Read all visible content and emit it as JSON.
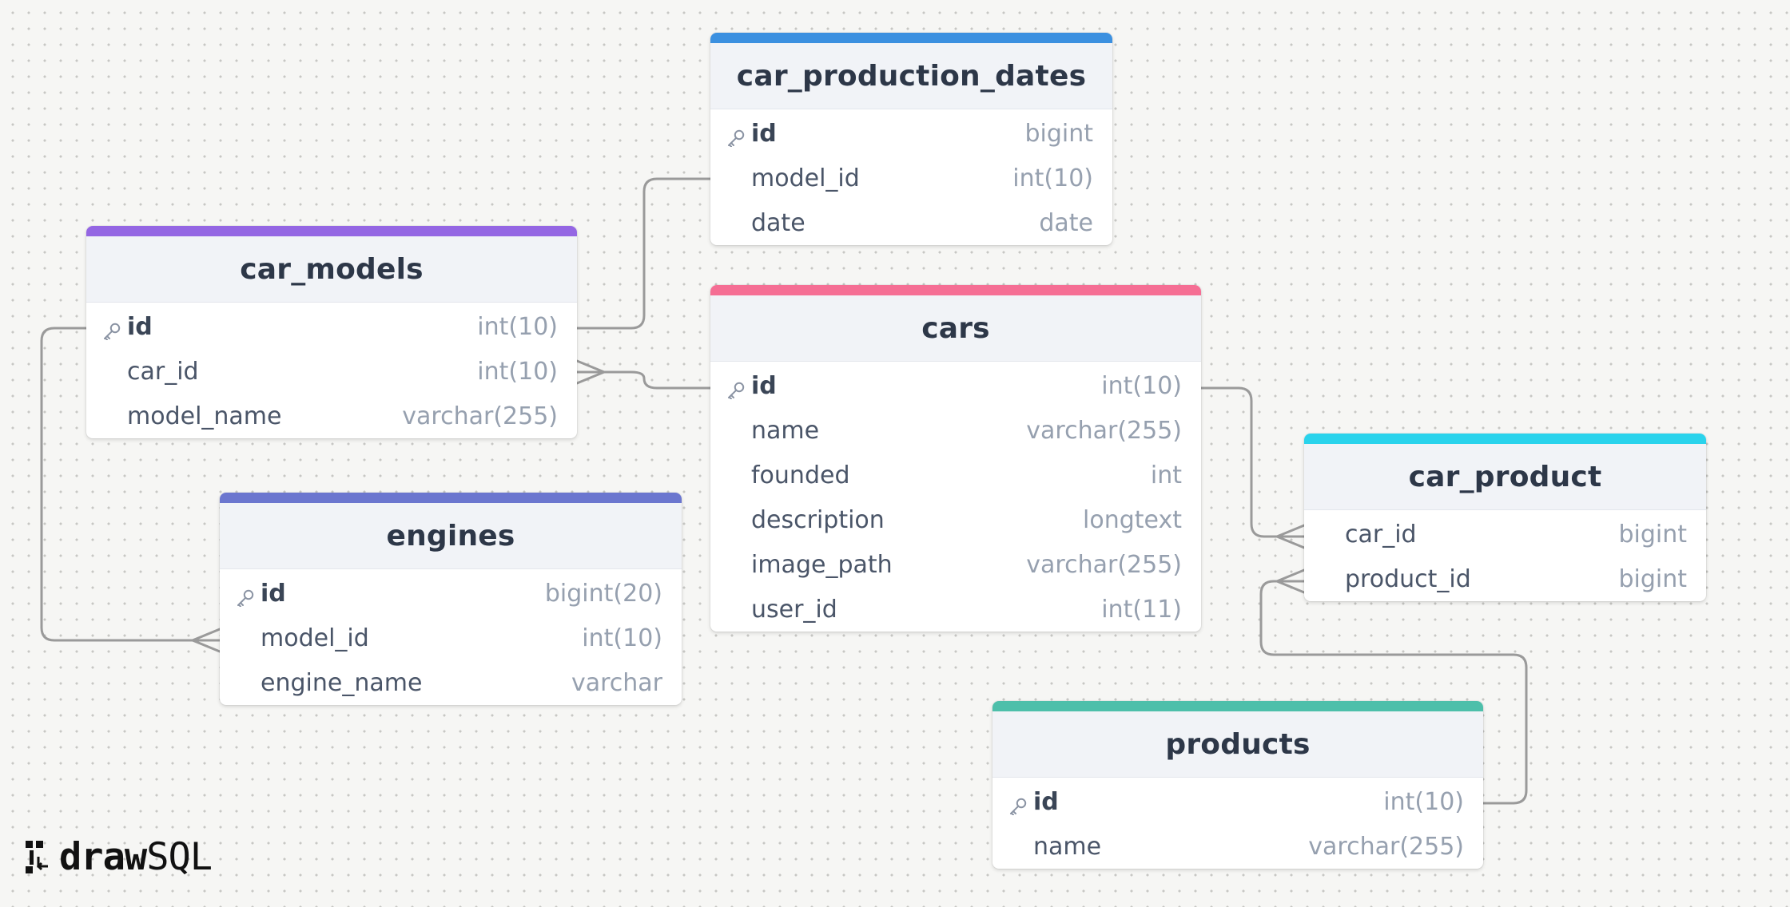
{
  "brand": {
    "strong": "draw",
    "light": "SQL"
  },
  "tables": {
    "car_production_dates": {
      "name": "car_production_dates",
      "color": "#3b90e0",
      "columns": [
        {
          "name": "id",
          "type": "bigint",
          "pk": true
        },
        {
          "name": "model_id",
          "type": "int(10)",
          "pk": false
        },
        {
          "name": "date",
          "type": "date",
          "pk": false
        }
      ]
    },
    "car_models": {
      "name": "car_models",
      "color": "#9466e3",
      "columns": [
        {
          "name": "id",
          "type": "int(10)",
          "pk": true
        },
        {
          "name": "car_id",
          "type": "int(10)",
          "pk": false
        },
        {
          "name": "model_name",
          "type": "varchar(255)",
          "pk": false
        }
      ]
    },
    "cars": {
      "name": "cars",
      "color": "#f56e94",
      "columns": [
        {
          "name": "id",
          "type": "int(10)",
          "pk": true
        },
        {
          "name": "name",
          "type": "varchar(255)",
          "pk": false
        },
        {
          "name": "founded",
          "type": "int",
          "pk": false
        },
        {
          "name": "description",
          "type": "longtext",
          "pk": false
        },
        {
          "name": "image_path",
          "type": "varchar(255)",
          "pk": false
        },
        {
          "name": "user_id",
          "type": "int(11)",
          "pk": false
        }
      ]
    },
    "engines": {
      "name": "engines",
      "color": "#6b76cf",
      "columns": [
        {
          "name": "id",
          "type": "bigint(20)",
          "pk": true
        },
        {
          "name": "model_id",
          "type": "int(10)",
          "pk": false
        },
        {
          "name": "engine_name",
          "type": "varchar",
          "pk": false
        }
      ]
    },
    "car_product": {
      "name": "car_product",
      "color": "#2ad3ec",
      "columns": [
        {
          "name": "car_id",
          "type": "bigint",
          "pk": false
        },
        {
          "name": "product_id",
          "type": "bigint",
          "pk": false
        }
      ]
    },
    "products": {
      "name": "products",
      "color": "#4dbfaa",
      "columns": [
        {
          "name": "id",
          "type": "int(10)",
          "pk": true
        },
        {
          "name": "name",
          "type": "varchar(255)",
          "pk": false
        }
      ]
    }
  },
  "relations": [
    {
      "from": "car_models.id",
      "to": "car_production_dates.model_id",
      "kind": "one-to-one"
    },
    {
      "from": "cars.id",
      "to": "car_models.car_id",
      "kind": "one-to-many"
    },
    {
      "from": "car_models.id",
      "to": "engines.model_id",
      "kind": "one-to-many"
    },
    {
      "from": "cars.id",
      "to": "car_product.car_id",
      "kind": "one-to-many"
    },
    {
      "from": "products.id",
      "to": "car_product.product_id",
      "kind": "one-to-many"
    }
  ]
}
